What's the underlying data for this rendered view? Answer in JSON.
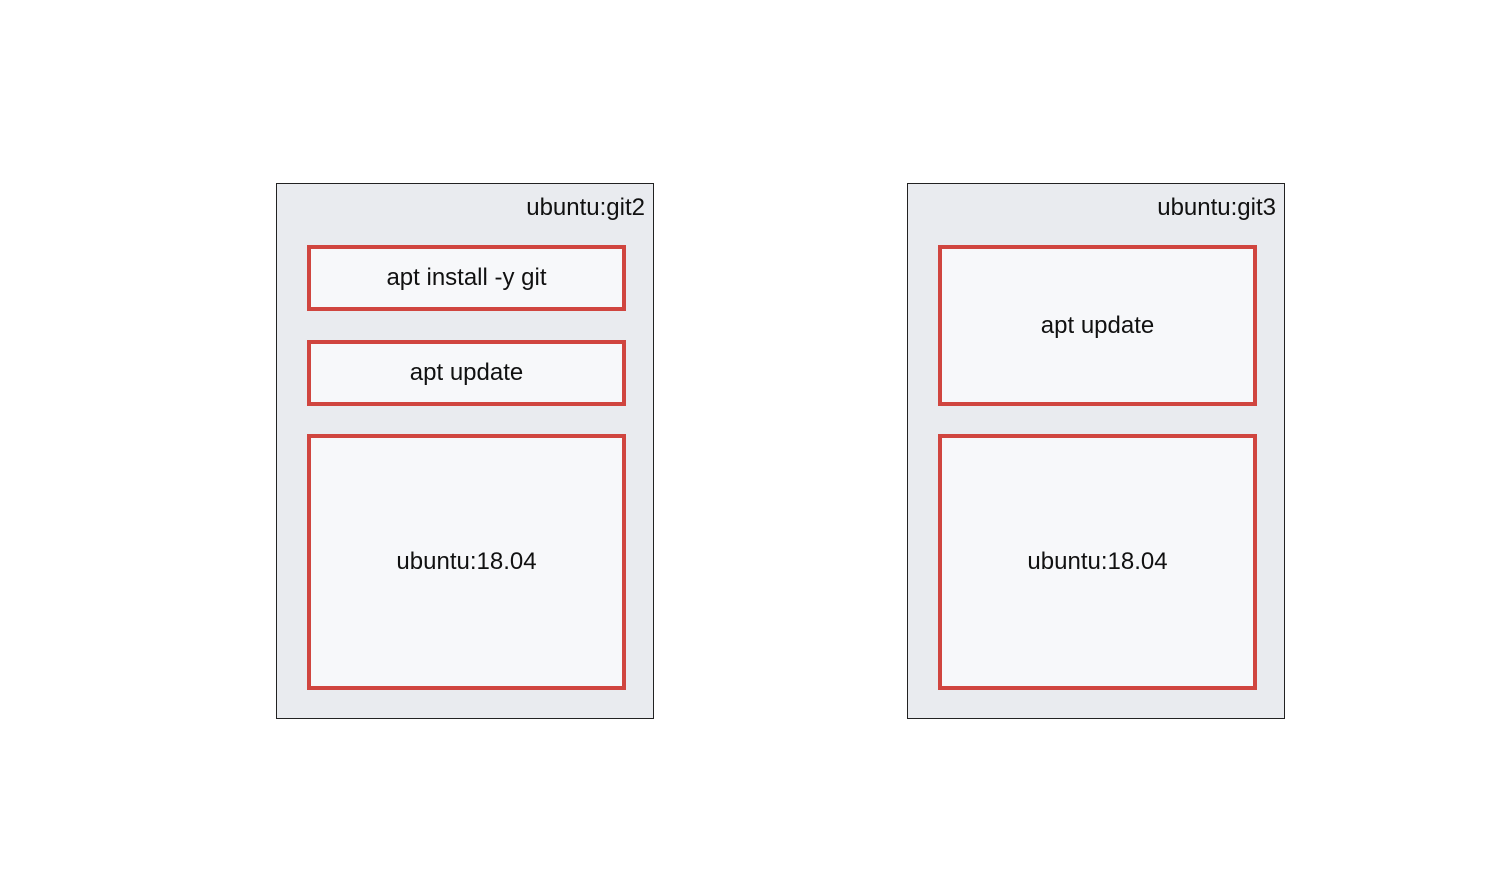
{
  "colors": {
    "image_fill": "#e9ebef",
    "image_border": "#222222",
    "layer_fill": "#f7f8fa",
    "layer_border": "#d0453f"
  },
  "images": [
    {
      "title": "ubuntu:git2",
      "layers": [
        "apt install -y git",
        "apt update",
        "ubuntu:18.04"
      ]
    },
    {
      "title": "ubuntu:git3",
      "layers": [
        "apt update",
        "ubuntu:18.04"
      ]
    }
  ]
}
